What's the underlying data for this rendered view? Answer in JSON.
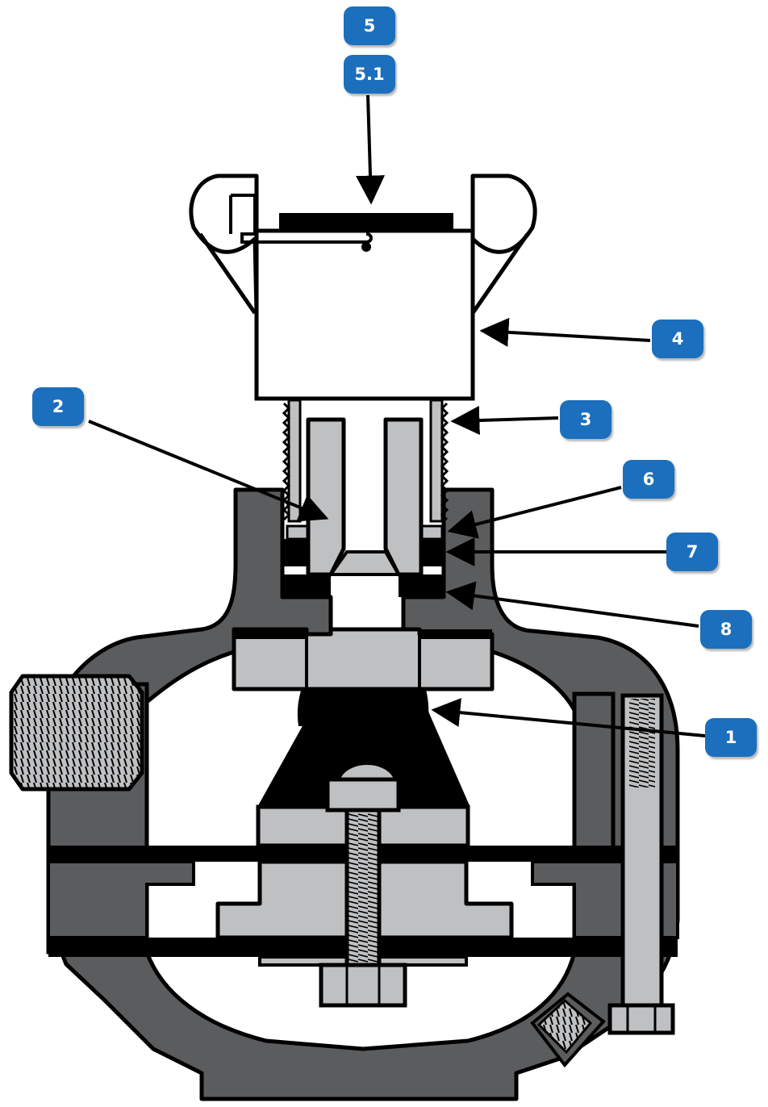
{
  "callouts": {
    "c5": "5",
    "c51": "5.1",
    "c4": "4",
    "c2": "2",
    "c3": "3",
    "c6": "6",
    "c7": "7",
    "c8": "8",
    "c1": "1"
  },
  "colors": {
    "callout_fill": "#1b6fbd",
    "callout_text": "#ffffff",
    "body_dark": "#5b5c5e",
    "part_light": "#bfc0c2",
    "outline": "#000000",
    "cap": "#ffffff"
  }
}
